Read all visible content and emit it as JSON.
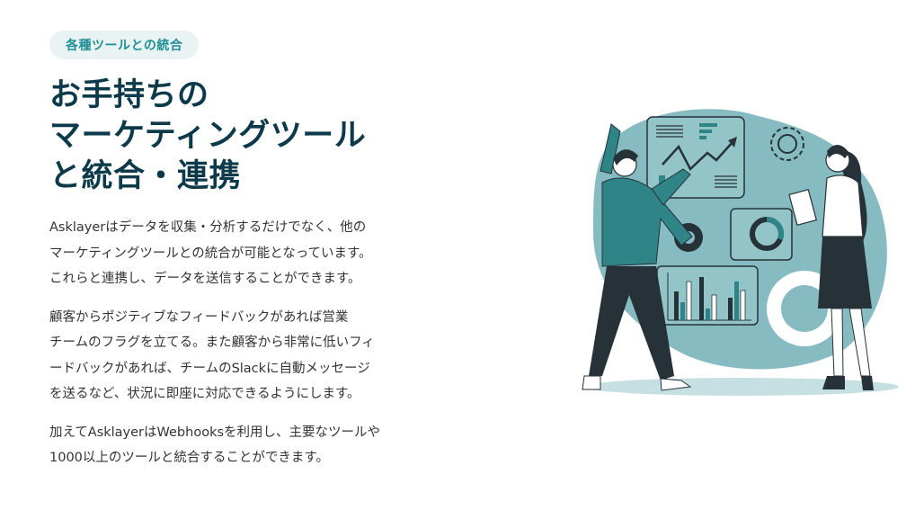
{
  "badge": {
    "label": "各種ツールとの統合"
  },
  "heading": {
    "lines": [
      "お手持ちの",
      "マーケティングツール",
      "と統合・連携"
    ]
  },
  "paragraphs": [
    {
      "lines": [
        "Asklayerはデータを収集・分析するだけでなく、他の",
        "マーケティングツールとの統合が可能となっています。",
        "これらと連携し、データを送信することができます。"
      ]
    },
    {
      "lines": [
        "顧客からポジティブなフィードバックがあれば営業",
        "チームのフラグを立てる。また顧客から非常に低いフィ",
        "ードバックがあれば、チームのSlackに自動メッセージ",
        "を送るなど、状況に即座に対応できるようにします。"
      ]
    },
    {
      "lines": [
        "加えてAsklayerはWebhooksを利用し、主要なツールや",
        "1000以上のツールと統合することができます。"
      ]
    }
  ],
  "illustration": {
    "description": "two-people-analyzing-dashboard-charts",
    "colors": {
      "blob": "#86bcc1",
      "shadow": "#c5dfe2",
      "dark": "#263238",
      "teal": "#2f8487"
    }
  }
}
